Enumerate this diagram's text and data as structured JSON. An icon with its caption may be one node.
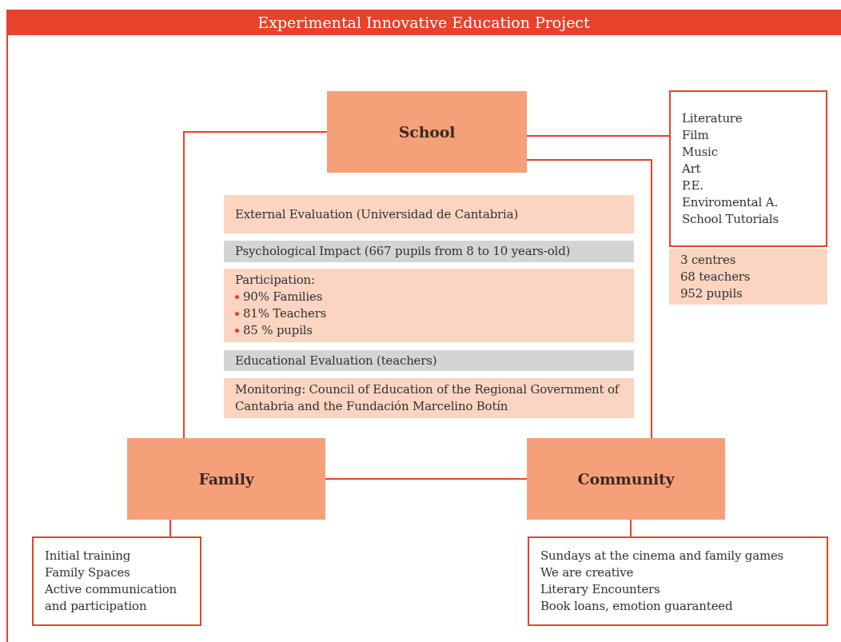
{
  "diagram": {
    "title": "Experimental Innovative Education Project",
    "nodes": [
      {
        "text": [
          "School"
        ]
      },
      {
        "text": [
          "Literature",
          "Film",
          "Music",
          "Art",
          "P.E.",
          "Enviromental A.",
          "School Tutorials"
        ]
      },
      {
        "text": [
          "3 centres",
          "68 teachers",
          "952 pupils"
        ]
      },
      {
        "text": [
          "External Evaluation (Universidad de Cantabria)"
        ]
      },
      {
        "text": [
          "Psychological Impact (667 pupils from 8 to 10 years-old)"
        ]
      },
      {
        "text": [
          "Participation:",
          "90% Families",
          "81% Teachers",
          "85 % pupils"
        ]
      },
      {
        "text": [
          "Educational Evaluation (teachers)"
        ]
      },
      {
        "text": [
          "Monitoring: Council of Education of the Regional Government of Cantabria and the Fundación Marcelino Botín"
        ]
      },
      {
        "text": [
          "Family"
        ]
      },
      {
        "text": [
          "Community"
        ]
      },
      {
        "text": [
          "Initial training",
          "Family Spaces",
          "Active communication and participation"
        ]
      },
      {
        "text": [
          "Sundays at the cinema and family games",
          "We are creative",
          "Literary Encounters",
          "Book loans, emotion guaranteed"
        ]
      }
    ],
    "edges": [
      {
        "from": 0,
        "to": 1,
        "arrow": "none"
      },
      {
        "from": 0,
        "to": 8,
        "arrow": "none"
      },
      {
        "from": 0,
        "to": 9,
        "arrow": "none"
      },
      {
        "from": 8,
        "to": 9,
        "arrow": "none"
      },
      {
        "from": 8,
        "to": 10,
        "arrow": "none"
      },
      {
        "from": 9,
        "to": 11,
        "arrow": "none"
      }
    ]
  }
}
